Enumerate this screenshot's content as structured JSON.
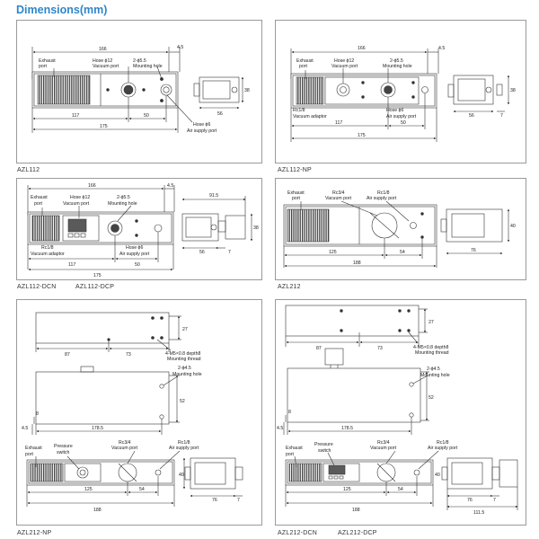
{
  "title": "Dimensions(mm)",
  "labels": {
    "exhaust": "Exhaust",
    "port": "port",
    "hose12": "Hose ϕ12",
    "vacuum_port": "Vacuum port",
    "phi55": "2-ϕ5.5",
    "mounting_hole": "Mounting hole",
    "hose6": "Hose ϕ6",
    "air_supply_port": "Air supply port",
    "rc18": "Rc1/8",
    "vacuum_adaptor": "Vacuum adaptor",
    "rc34": "Rc3/4",
    "pressure": "Pressure",
    "switch": "switch",
    "m5": "4-M5×0.8 depth8",
    "mounting_thread": "Mounting thread",
    "phi45": "2-ϕ4.5"
  },
  "dims": {
    "d166": "166",
    "d4_5": "4.5",
    "d38": "38",
    "d56": "56",
    "d117": "117",
    "d50": "50",
    "d175": "175",
    "d7": "7",
    "d91_5": "91.5",
    "d40": "40",
    "d125": "125",
    "d54": "54",
    "d76": "76",
    "d188": "188",
    "d87": "87",
    "d73": "73",
    "d27": "27",
    "d52": "52",
    "d178_5": "178.5",
    "d8": "8",
    "d111_5": "111.5"
  },
  "panels": {
    "p1": "AZL112",
    "p2": "AZL112-NP",
    "p3a": "AZL112-DCN",
    "p3b": "AZL112-DCP",
    "p4": "AZL212",
    "p5": "AZL212-NP",
    "p6a": "AZL212-DCN",
    "p6b": "AZL212-DCP"
  }
}
